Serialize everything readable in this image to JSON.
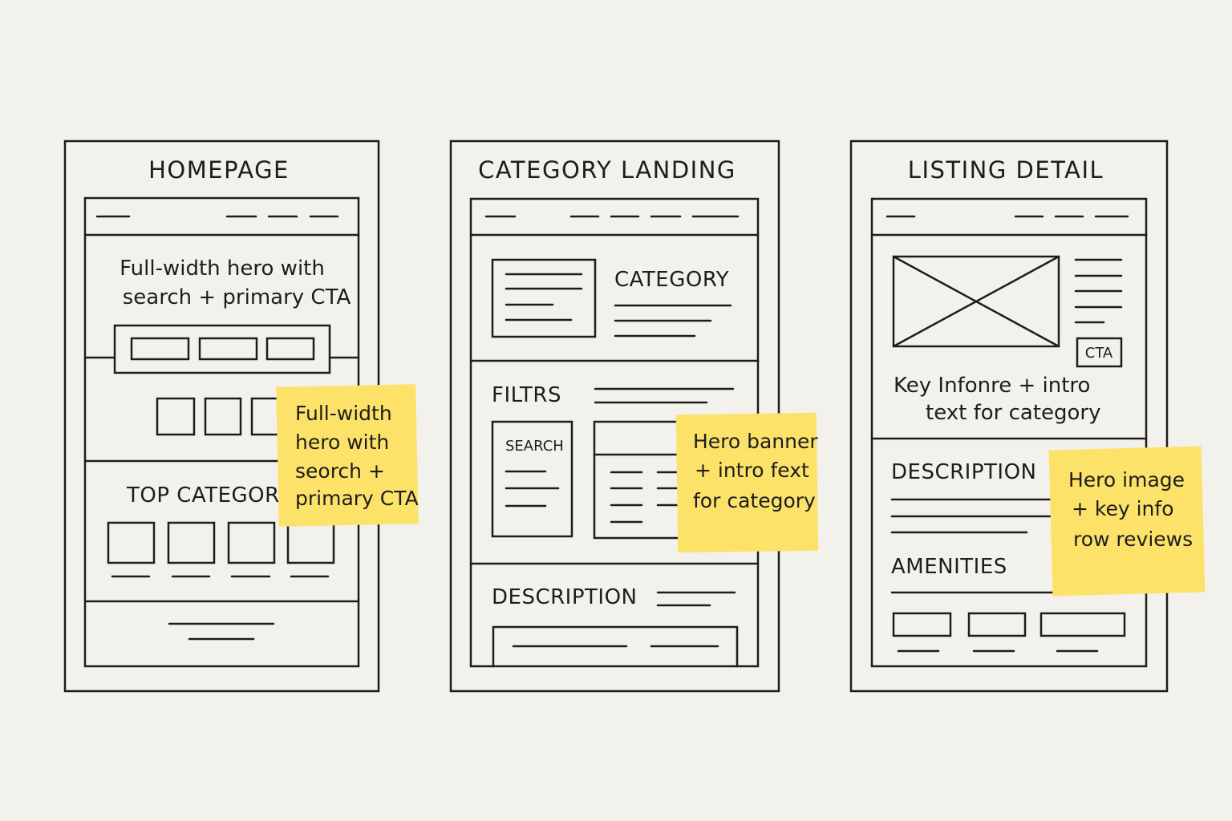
{
  "colors": {
    "background": "#f3f1ec",
    "ink": "#1d1d1d",
    "sticky_note": "#fde26a"
  },
  "homepage": {
    "title": "HOMEPAGE",
    "hero_text": [
      "Full-width hero with",
      "search + primary CTA"
    ],
    "section_label": "TOP CATEGOR",
    "sticky_note": [
      "Full-width",
      "hero with",
      "seorch +",
      "primary CTA"
    ]
  },
  "category_landing": {
    "title": "CATEGORY LANDING",
    "category_label": "CATEGORY",
    "filters_label": "FILTRS",
    "search_label": "SEARCH",
    "description_label": "DESCRIPTION",
    "sticky_note": [
      "Hero banner",
      "+ intro fext",
      "for category"
    ]
  },
  "listing_detail": {
    "title": "LISTING DETAIL",
    "cta_label": "CTA",
    "key_info_text": [
      "Key Infonre + intro",
      "text for category"
    ],
    "description_label": "DESCRIPTION",
    "amenities_label": "AMENITIES",
    "sticky_note": [
      "Hero image",
      "+ key info",
      "row reviews"
    ]
  }
}
